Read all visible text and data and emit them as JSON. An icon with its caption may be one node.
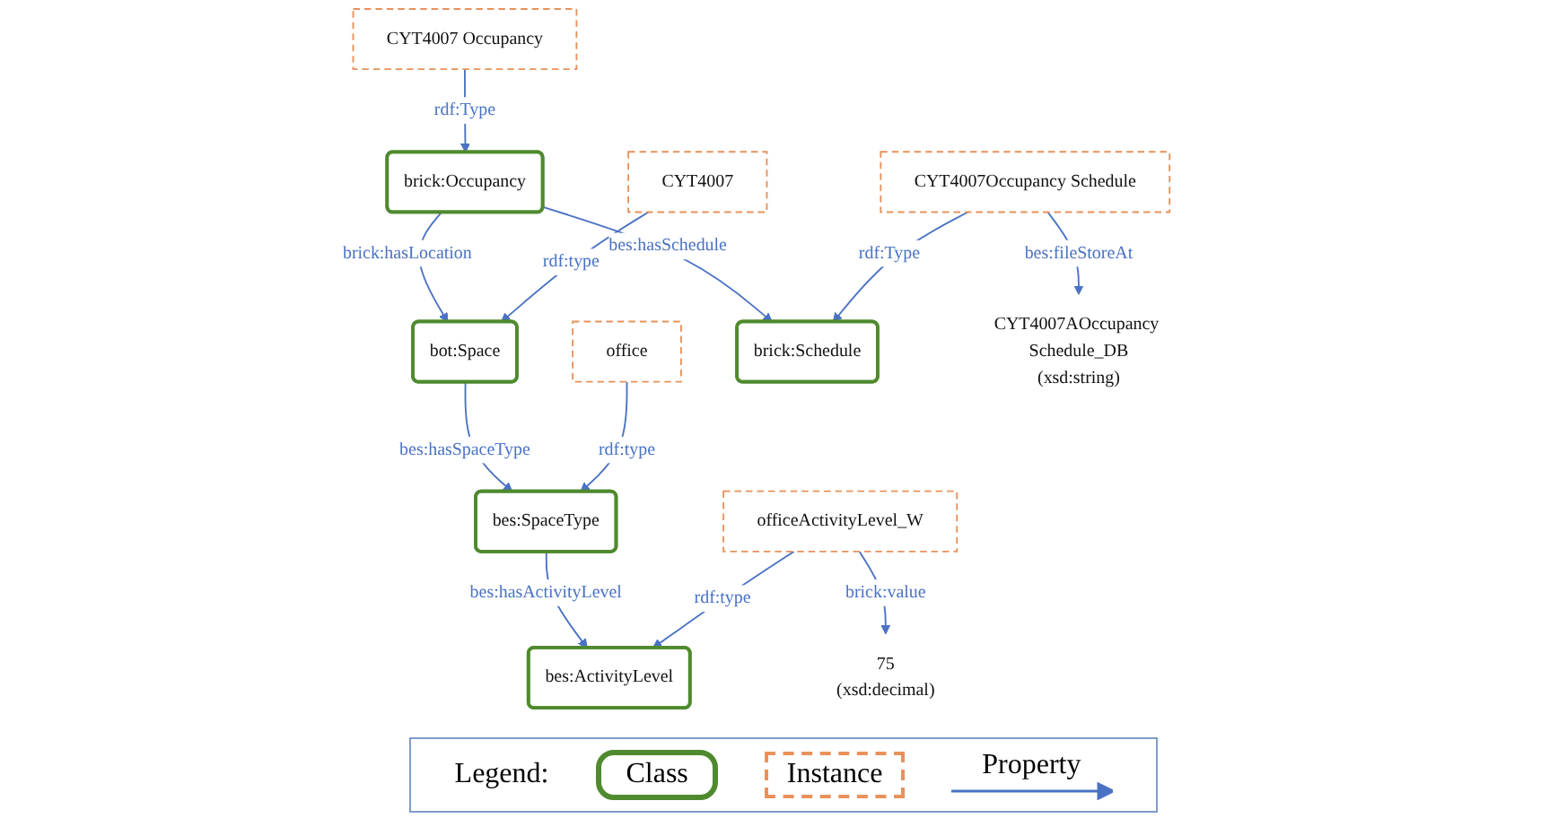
{
  "diagram": {
    "nodes": [
      {
        "text": [
          "brick:Occupancy"
        ]
      },
      {
        "text": [
          "bot:Space"
        ]
      },
      {
        "text": [
          "bes:SpaceType"
        ]
      },
      {
        "text": [
          "bes:ActivityLevel"
        ]
      },
      {
        "text": [
          "CYT4007 Occupancy"
        ]
      },
      {
        "text": [
          "CYT4007"
        ]
      },
      {
        "text": [
          "office"
        ]
      },
      {
        "text": [
          "officeActivityLevel_W"
        ]
      },
      {
        "text": [
          "brick:Schedule"
        ]
      },
      {
        "text": [
          "75",
          "(xsd:decimal)"
        ]
      },
      {
        "text": [
          "CYT4007Occupancy Schedule"
        ]
      },
      {
        "text": [
          "CYT4007AOccupancy Schedule_DB",
          "(xsd:string)"
        ]
      }
    ],
    "edges": [
      {
        "from": 0,
        "to": 1,
        "arrow": "to",
        "label": "brick:hasLocation"
      },
      {
        "from": 1,
        "to": 2,
        "arrow": "to",
        "label": "bes:hasSpaceType"
      },
      {
        "from": 2,
        "to": 3,
        "arrow": "to",
        "label": "bes:hasActivityLevel"
      },
      {
        "from": 4,
        "to": 0,
        "arrow": "to",
        "label": "rdf:Type"
      },
      {
        "from": 5,
        "to": 1,
        "arrow": "to",
        "label": "rdf:type"
      },
      {
        "from": 6,
        "to": 2,
        "arrow": "to",
        "label": "rdf:type"
      },
      {
        "from": 7,
        "to": 3,
        "arrow": "to",
        "label": "rdf:type"
      },
      {
        "from": 0,
        "to": 8,
        "arrow": "to",
        "label": "bes:hasSchedule"
      },
      {
        "from": 7,
        "to": 9,
        "arrow": "to",
        "label": "brick:value"
      },
      {
        "from": 10,
        "to": 8,
        "arrow": "to",
        "label": "rdf:Type"
      },
      {
        "from": 10,
        "to": 11,
        "arrow": "to",
        "label": "bes:fileStoreAt"
      }
    ],
    "labels": [
      "Legend:"
    ],
    "legend": [
      {
        "text": "Class"
      },
      {
        "text": "Instance"
      },
      {
        "text": "Property"
      }
    ]
  }
}
